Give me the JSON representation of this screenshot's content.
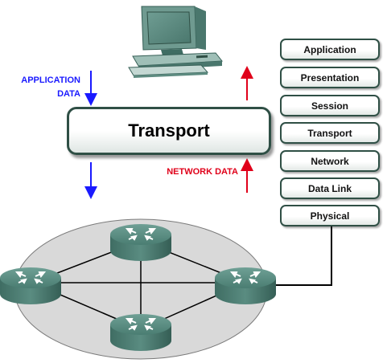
{
  "transport_label": "Transport",
  "application_data_label": [
    "APPLICATION",
    "DATA"
  ],
  "network_data_label": "NETWORK DATA",
  "osi_layers": [
    "Application",
    "Presentation",
    "Session",
    "Transport",
    "Network",
    "Data Link",
    "Physical"
  ],
  "colors": {
    "application_arrow": "#1a1aff",
    "network_arrow": "#e0001a",
    "device_body": "#4a7d72",
    "ellipse_fill": "#d9d9d9",
    "border": "#2f4f45"
  },
  "icons": [
    "computer-icon",
    "router-icon"
  ]
}
